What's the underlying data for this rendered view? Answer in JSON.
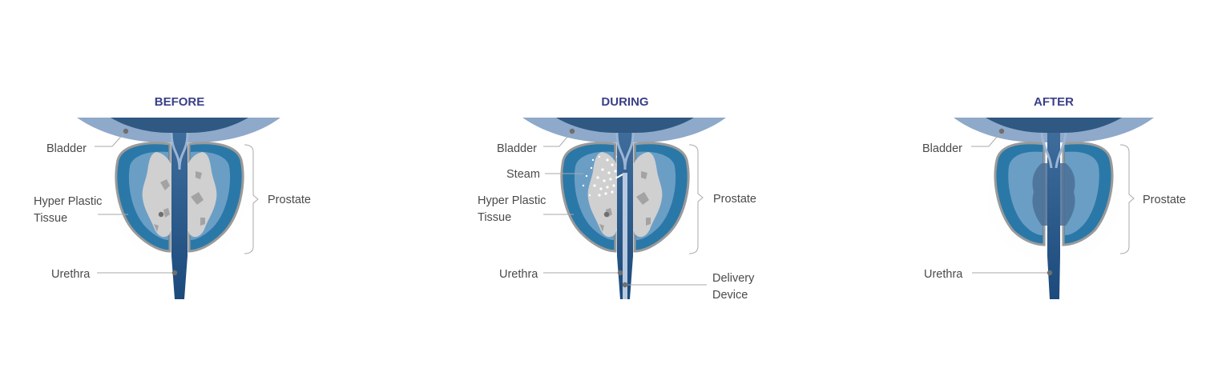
{
  "colors": {
    "title": "#3a3f87",
    "label": "#4a4a4a",
    "leader": "#aaaaaa",
    "dot": "#6f6f6f",
    "bladder_wall": "#8ea9c9",
    "bladder_lumen": "#2f5882",
    "prostate_outer": "#2a78a8",
    "prostate_inner": "#6b9ec5",
    "capsule": "#9a9a9a",
    "tissue": "#d0d0d0",
    "tissue_spots": "#a3a3a3",
    "urethra_dark": "#1f4f80",
    "urethra_light": "#9cb5d4",
    "steam": "#ffffff"
  },
  "panels": [
    {
      "title": "BEFORE",
      "labels": {
        "bladder": "Bladder",
        "tissue_line1": "Hyper Plastic",
        "tissue_line2": "Tissue",
        "prostate": "Prostate",
        "urethra": "Urethra"
      }
    },
    {
      "title": "DURING",
      "labels": {
        "bladder": "Bladder",
        "steam": "Steam",
        "tissue_line1": "Hyper Plastic",
        "tissue_line2": "Tissue",
        "prostate": "Prostate",
        "urethra": "Urethra",
        "device_line1": "Delivery",
        "device_line2": "Device"
      }
    },
    {
      "title": "AFTER",
      "labels": {
        "bladder": "Bladder",
        "prostate": "Prostate",
        "urethra": "Urethra"
      }
    }
  ]
}
